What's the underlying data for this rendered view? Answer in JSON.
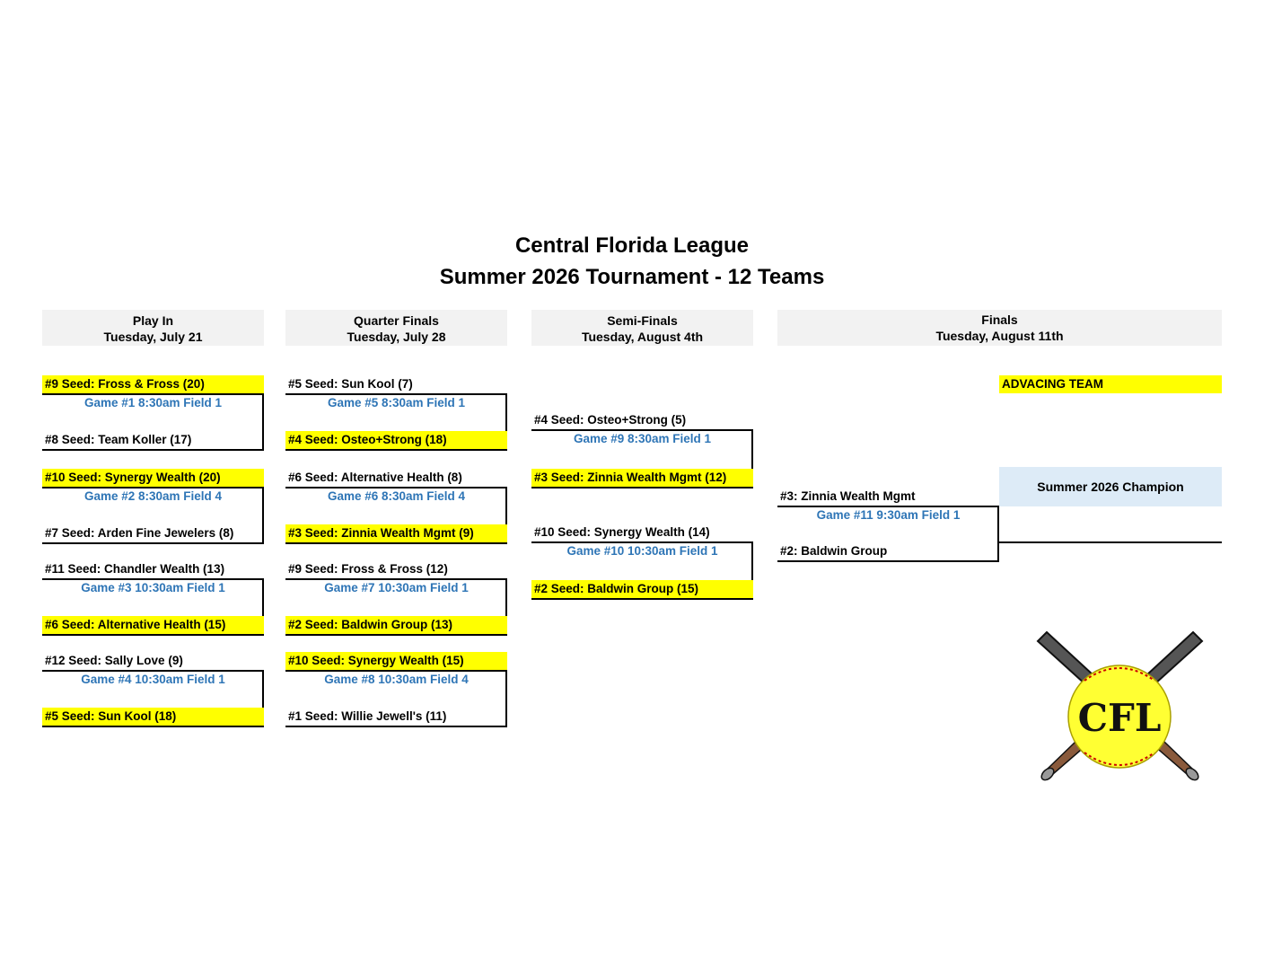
{
  "header": {
    "title_line1": "Central Florida League",
    "title_line2": "Summer 2026 Tournament - 12 Teams"
  },
  "rounds": [
    {
      "name": "Play In",
      "date": "Tuesday, July 21"
    },
    {
      "name": "Quarter Finals",
      "date": "Tuesday, July 28"
    },
    {
      "name": "Semi-Finals",
      "date": "Tuesday, August 4th"
    },
    {
      "name": "Finals",
      "date": "Tuesday, August 11th"
    }
  ],
  "play_in": [
    {
      "top": "#9 Seed:  Fross & Fross (20)",
      "game": "Game #1 8:30am Field 1",
      "bottom": "#8 Seed: Team Koller (17)",
      "winner": "top"
    },
    {
      "top": "#10 Seed:  Synergy Wealth (20)",
      "game": "Game #2 8:30am Field 4",
      "bottom": "#7 Seed:  Arden Fine Jewelers (8)",
      "winner": "top"
    },
    {
      "top": "#11 Seed:  Chandler Wealth (13)",
      "game": "Game #3  10:30am Field 1",
      "bottom": "#6 Seed:  Alternative Health (15)",
      "winner": "bottom"
    },
    {
      "top": "#12 Seed:  Sally Love (9)",
      "game": "Game #4  10:30am Field 1",
      "bottom": "#5 Seed:  Sun Kool  (18)",
      "winner": "bottom"
    }
  ],
  "quarter_finals": [
    {
      "top": "#5 Seed: Sun Kool (7)",
      "game": "Game #5 8:30am Field 1",
      "bottom": "#4 Seed: Osteo+Strong (18)",
      "winner": "bottom"
    },
    {
      "top": "#6 Seed:  Alternative Health (8)",
      "game": "Game #6 8:30am Field 4",
      "bottom": "#3 Seed:  Zinnia Wealth Mgmt (9)",
      "winner": "bottom"
    },
    {
      "top": "#9 Seed:  Fross & Fross (12)",
      "game": "Game #7  10:30am Field 1",
      "bottom": "#2 Seed:  Baldwin Group (13)",
      "winner": "bottom"
    },
    {
      "top": "#10 Seed:  Synergy Wealth (15)",
      "game": "Game #8  10:30am Field 4",
      "bottom": "#1 Seed:  Willie Jewell's (11)",
      "winner": "top"
    }
  ],
  "semi_finals": [
    {
      "top": "#4 Seed: Osteo+Strong (5)",
      "game": "Game #9 8:30am Field 1",
      "bottom": "#3 Seed:  Zinnia Wealth Mgmt  (12)",
      "winner": "bottom"
    },
    {
      "top": "#10 Seed:  Synergy Wealth (14)",
      "game": "Game #10 10:30am Field 1",
      "bottom": "#2 Seed:  Baldwin Group (15)",
      "winner": "bottom"
    }
  ],
  "finals": {
    "top": "#3:  Zinnia Wealth Mgmt",
    "game": "Game #11 9:30am Field 1",
    "bottom": "#2:  Baldwin Group"
  },
  "advancing_label": "ADVACING TEAM",
  "champion_label": "Summer 2026 Champion",
  "logo": {
    "text": "CFL"
  },
  "colors": {
    "highlight": "#ffff00",
    "game_text": "#2e75b6",
    "header_bg": "#f2f2f2",
    "champion_bg": "#ddebf7",
    "ball": "#ffff33",
    "stitch": "#cc0000"
  }
}
